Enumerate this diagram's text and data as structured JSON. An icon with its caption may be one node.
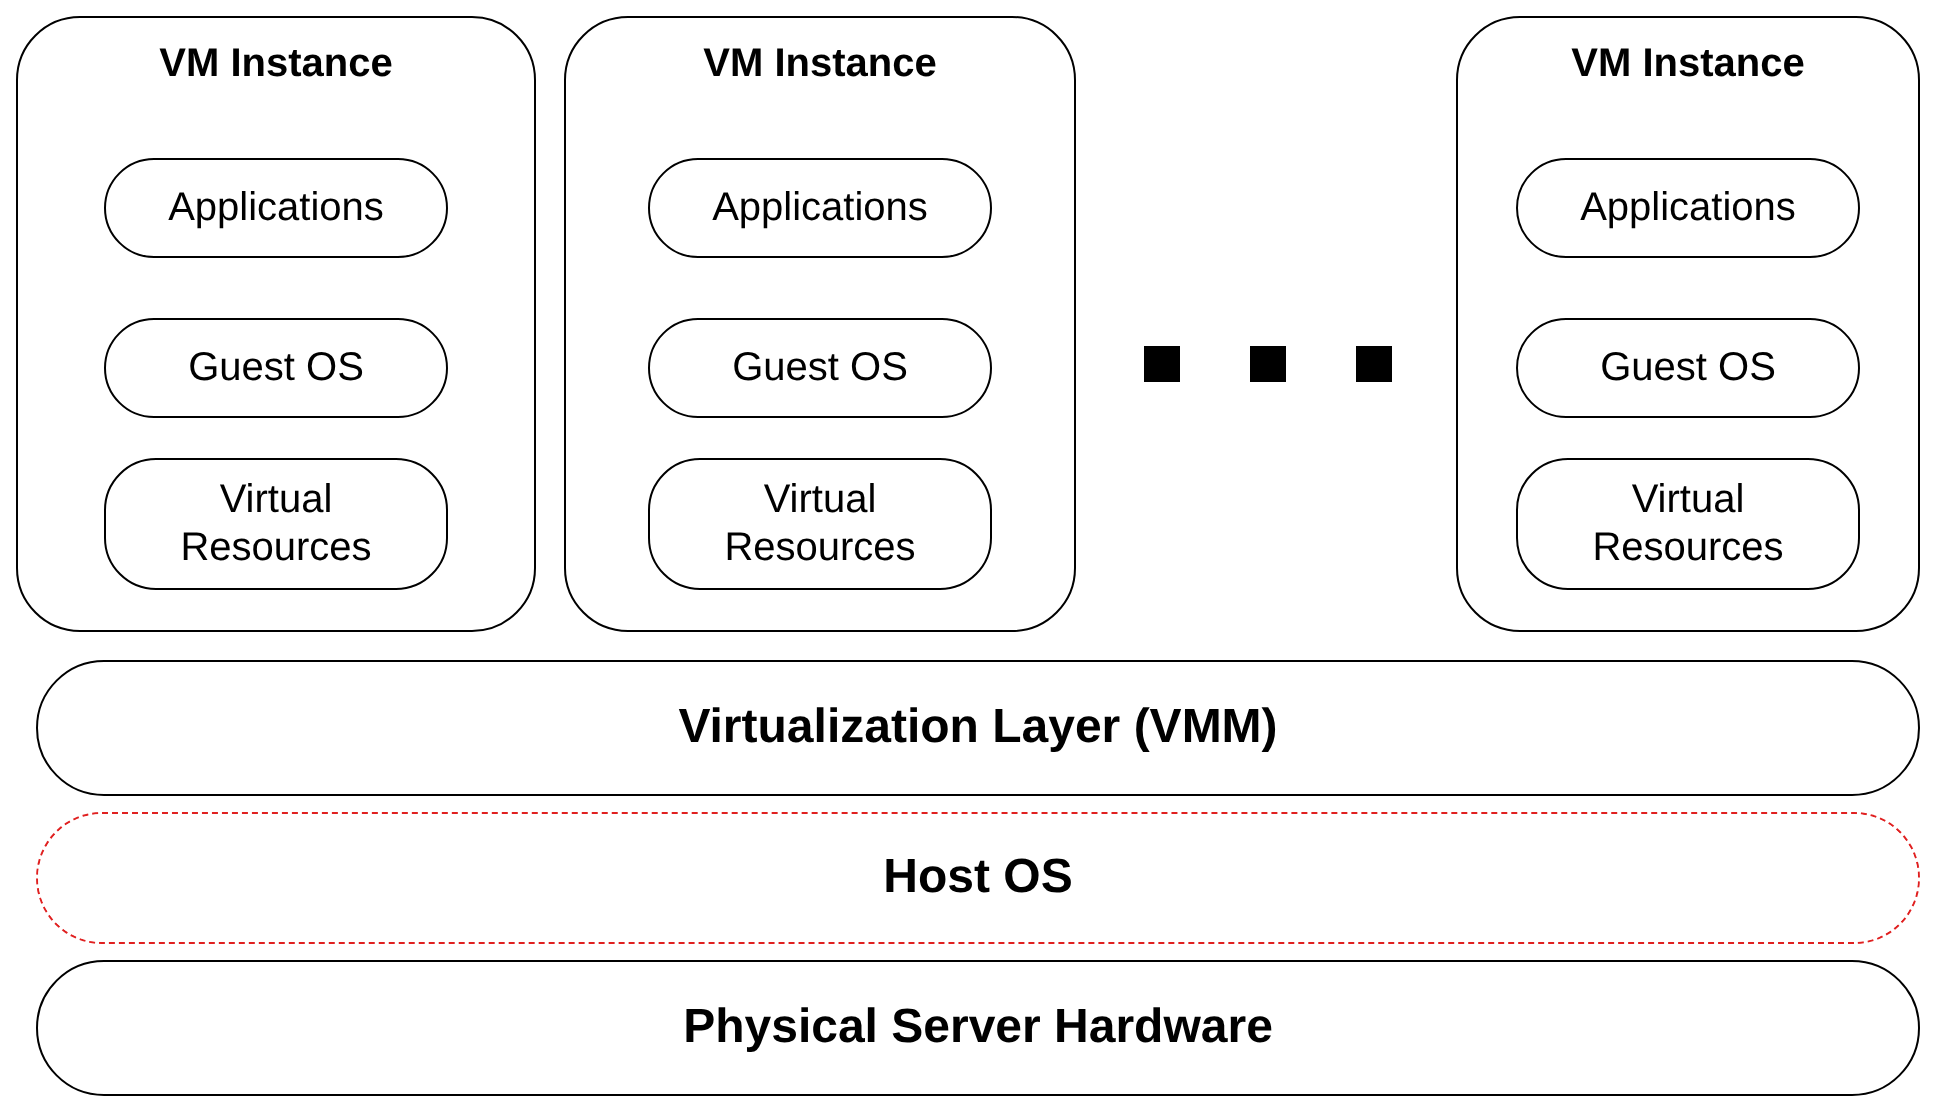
{
  "diagram": {
    "nodes": [
      {
        "text": [
          "VM Instance"
        ]
      },
      {
        "text": [
          "Applications"
        ],
        "in": 0
      },
      {
        "text": [
          "Guest OS"
        ],
        "in": 0
      },
      {
        "text": [
          "Virtual Resources"
        ],
        "in": 0
      },
      {
        "text": [
          "VM Instance"
        ]
      },
      {
        "text": [
          "Applications"
        ],
        "in": 4
      },
      {
        "text": [
          "Guest OS"
        ],
        "in": 4
      },
      {
        "text": [
          "Virtual Resources"
        ],
        "in": 4
      },
      {
        "text": [
          "VM Instance"
        ]
      },
      {
        "text": [
          "Applications"
        ],
        "in": 8
      },
      {
        "text": [
          "Guest OS"
        ],
        "in": 8
      },
      {
        "text": [
          "Virtual Resources"
        ],
        "in": 8
      },
      {
        "text": [
          "Virtualization Layer (VMM)"
        ]
      },
      {
        "text": [
          "Host OS"
        ]
      },
      {
        "text": [
          "Physical Server Hardware"
        ]
      }
    ]
  }
}
